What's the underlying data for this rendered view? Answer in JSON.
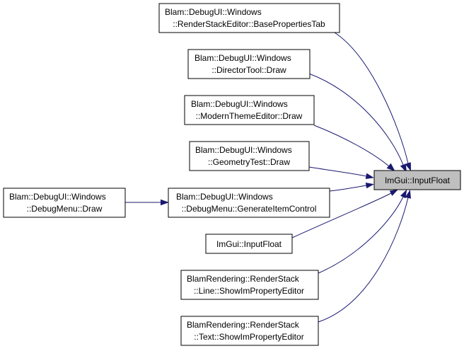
{
  "graph": {
    "edge_color": "#191970",
    "target": {
      "lines": [
        "ImGui::InputFloat"
      ],
      "fill": "#bfbfbf"
    },
    "callers": [
      {
        "lines": [
          "Blam::DebugUI::Windows",
          "::RenderStackEditor::BasePropertiesTab"
        ]
      },
      {
        "lines": [
          "Blam::DebugUI::Windows",
          "::DirectorTool::Draw"
        ]
      },
      {
        "lines": [
          "Blam::DebugUI::Windows",
          "::ModernThemeEditor::Draw"
        ]
      },
      {
        "lines": [
          "Blam::DebugUI::Windows",
          "::GeometryTest::Draw"
        ]
      },
      {
        "lines": [
          "Blam::DebugUI::Windows",
          "::DebugMenu::GenerateItemControl"
        ]
      },
      {
        "lines": [
          "ImGui::InputFloat"
        ]
      },
      {
        "lines": [
          "BlamRendering::RenderStack",
          "::Line::ShowImPropertyEditor"
        ]
      },
      {
        "lines": [
          "BlamRendering::RenderStack",
          "::Text::ShowImPropertyEditor"
        ]
      }
    ],
    "second_level_caller": {
      "lines": [
        "Blam::DebugUI::Windows",
        "::DebugMenu::Draw"
      ],
      "calls": "Blam::DebugUI::Windows::DebugMenu::GenerateItemControl"
    }
  }
}
